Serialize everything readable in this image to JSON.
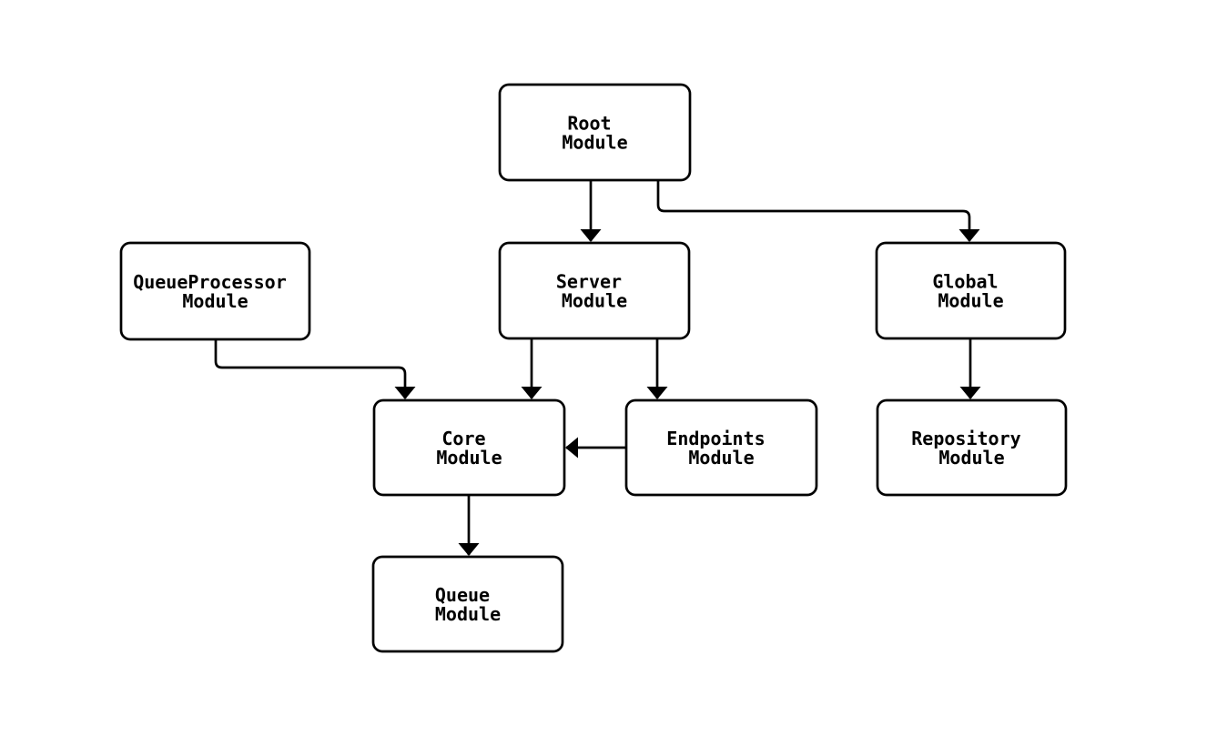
{
  "diagram": {
    "type": "flowchart",
    "colors": {
      "background": "#ffffff",
      "node_fill": "#ffffff",
      "stroke": "#000000",
      "text": "#000000"
    },
    "nodes": {
      "root": {
        "line1": "Root",
        "line2": "Module"
      },
      "queue_processor": {
        "line1": "QueueProcessor",
        "line2": "Module"
      },
      "server": {
        "line1": "Server",
        "line2": "Module"
      },
      "global": {
        "line1": "Global",
        "line2": "Module"
      },
      "core": {
        "line1": "Core",
        "line2": "Module"
      },
      "endpoints": {
        "line1": "Endpoints",
        "line2": "Module"
      },
      "repository": {
        "line1": "Repository",
        "line2": "Module"
      },
      "queue": {
        "line1": "Queue",
        "line2": "Module"
      }
    },
    "edges": [
      {
        "from": "Root Module",
        "to": "Server Module"
      },
      {
        "from": "Root Module",
        "to": "Global Module"
      },
      {
        "from": "QueueProcessor Module",
        "to": "Core Module"
      },
      {
        "from": "Server Module",
        "to": "Core Module"
      },
      {
        "from": "Server Module",
        "to": "Endpoints Module"
      },
      {
        "from": "Endpoints Module",
        "to": "Core Module"
      },
      {
        "from": "Global Module",
        "to": "Repository Module"
      },
      {
        "from": "Core Module",
        "to": "Queue Module"
      }
    ]
  }
}
